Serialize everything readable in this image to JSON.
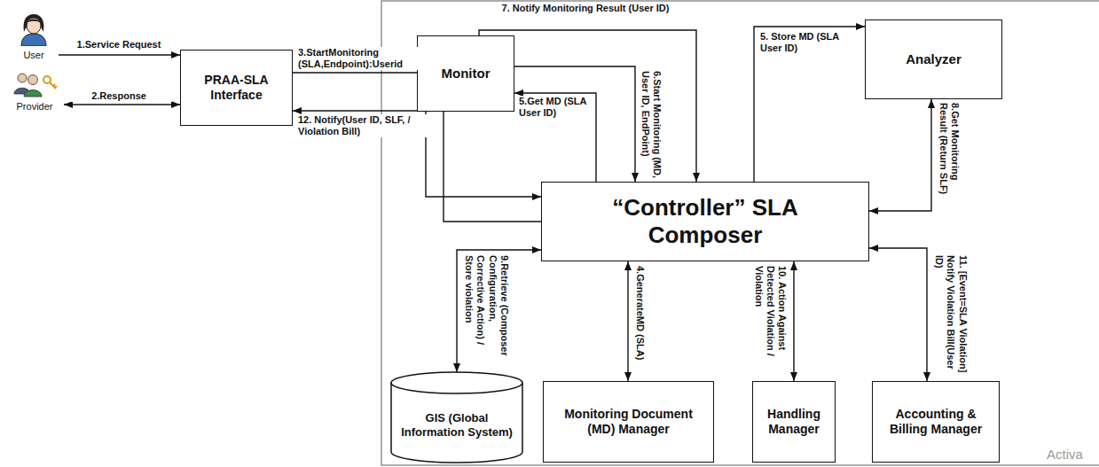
{
  "diagram": {
    "nodes": [
      {
        "text": [
          "User"
        ]
      },
      {
        "text": [
          "Provider"
        ]
      },
      {
        "text": [
          "PRAA-SLA Interface"
        ]
      },
      {
        "text": [
          "Monitor"
        ]
      },
      {
        "text": [
          "“Controller” SLA Composer"
        ]
      },
      {
        "text": [
          "Analyzer"
        ]
      },
      {
        "text": [
          "GIS (Global Information System)"
        ]
      },
      {
        "text": [
          "Monitoring Document (MD) Manager"
        ]
      },
      {
        "text": [
          "Handling Manager"
        ]
      },
      {
        "text": [
          "Accounting & Billing Manager"
        ]
      }
    ],
    "edges": [
      {
        "from": 0,
        "to": 2,
        "label": "1.Service Request",
        "arrow": "to"
      },
      {
        "from": 2,
        "to": 1,
        "label": "2.Response",
        "arrow": "both"
      },
      {
        "from": 2,
        "to": 4,
        "label": "3.StartMonitoring (SLA,Endpoint):Userid",
        "arrow": "to"
      },
      {
        "from": 4,
        "to": 7,
        "label": "4.GenerateMD (SLA)",
        "arrow": "both"
      },
      {
        "from": 4,
        "to": 3,
        "label": "5.Get MD (SLA User ID)",
        "arrow": "to"
      },
      {
        "from": 4,
        "to": 5,
        "label": "5. Store MD (SLA User ID)",
        "arrow": "to"
      },
      {
        "from": 3,
        "to": 4,
        "label": "6.Start Monitoring (MD, User ID, EndPoint)",
        "arrow": "to"
      },
      {
        "from": 3,
        "to": 4,
        "label": "7. Notify Monitoring Result (User ID)",
        "arrow": "to"
      },
      {
        "from": 4,
        "to": 5,
        "label": "8.Get Monitoring Result (Return SLF)",
        "arrow": "both"
      },
      {
        "from": 4,
        "to": 6,
        "label": "9.Retrieve (Composer Configuration, Corrective Action) / Store violation",
        "arrow": "both"
      },
      {
        "from": 4,
        "to": 8,
        "label": "10. Action Against Detected Violation / Violation",
        "arrow": "both"
      },
      {
        "from": 4,
        "to": 9,
        "label": "11. [Event=SLA Violation] Notify Violation Bill(User ID)",
        "arrow": "both"
      },
      {
        "from": 4,
        "to": 2,
        "label": "12. Notify(User ID, SLF, / Violation Bill)",
        "arrow": "to"
      }
    ],
    "labels": [
      "Activa"
    ]
  }
}
